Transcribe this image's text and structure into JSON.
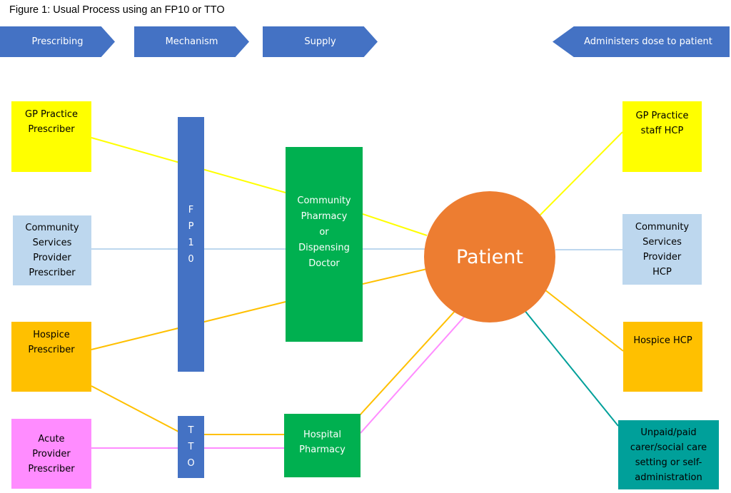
{
  "title": "Figure 1: Usual Process using an FP10 or TTO",
  "stages": {
    "prescribing": "Prescribing",
    "mechanism": "Mechanism",
    "supply": "Supply",
    "administers": "Administers dose to patient"
  },
  "prescribers": {
    "gp": "GP Practice\nPrescriber",
    "community": "Community\nServices\nProvider\nPrescriber",
    "hospice": "Hospice\nPrescriber",
    "acute": "Acute\nProvider\nPrescriber"
  },
  "mechanisms": {
    "fp10": [
      "F",
      "P",
      "1",
      "0"
    ],
    "tto": [
      "T",
      "T",
      "O"
    ]
  },
  "suppliers": {
    "community_pharmacy": "Community\nPharmacy\nor\nDispensing\nDoctor",
    "hospital_pharmacy": "Hospital\nPharmacy"
  },
  "patient": "Patient",
  "administrators": {
    "gp_staff": "GP Practice\nstaff HCP",
    "community_hcp": "Community\nServices\nProvider\nHCP",
    "hospice_hcp": "Hospice HCP",
    "carer": "Unpaid/paid\ncarer/social care\nsetting or self-\nadministration"
  },
  "colors": {
    "gp": "#ffff00",
    "community": "#bdd7ee",
    "hospice": "#ffc000",
    "acute": "#ff8cff",
    "mechanism": "#4472c4",
    "supply": "#00b050",
    "patient": "#ed7d31",
    "carer": "#00a09a"
  }
}
